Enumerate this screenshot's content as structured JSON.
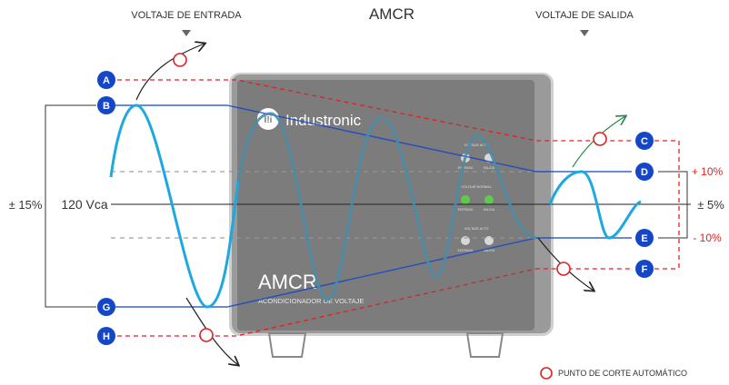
{
  "header": {
    "title": "AMCR",
    "input_label": "VOLTAJE DE ENTRADA",
    "output_label": "VOLTAJE DE SALIDA"
  },
  "device": {
    "brand": "Industronic",
    "brand_mark": "I!i",
    "model": "AMCR",
    "description": "ACONDICIONADOR DE VOLTAJE",
    "panel": {
      "row1": {
        "label": "VOLTAJE ALTO",
        "left": "ENTRADA",
        "right": "SALIDA"
      },
      "row2": {
        "label": "VOLTAJE NORMAL",
        "left": "ENTRADA",
        "right": "SALIDA"
      },
      "row3": {
        "label": "VOLTAJE ALTO",
        "left": "ENTRADA",
        "right": "SALIDA"
      }
    }
  },
  "levels": {
    "nominal": "120 Vca",
    "input_range": "± 15%",
    "output_range": "± 5%",
    "upper": "+ 10%",
    "lower": "- 10%"
  },
  "markers": [
    "A",
    "B",
    "C",
    "D",
    "E",
    "F",
    "G",
    "H"
  ],
  "legend": {
    "cutoff": "PUNTO DE CORTE AUTOMÁTICO"
  },
  "colors": {
    "marker": "#1446c8",
    "wave": "#1ea8e0",
    "cutoff": "#e02020",
    "device": "#7a7a7a",
    "device_light": "#8c8c8c",
    "led_green": "#5ecb4f",
    "led_grey": "#d8d8d8"
  }
}
